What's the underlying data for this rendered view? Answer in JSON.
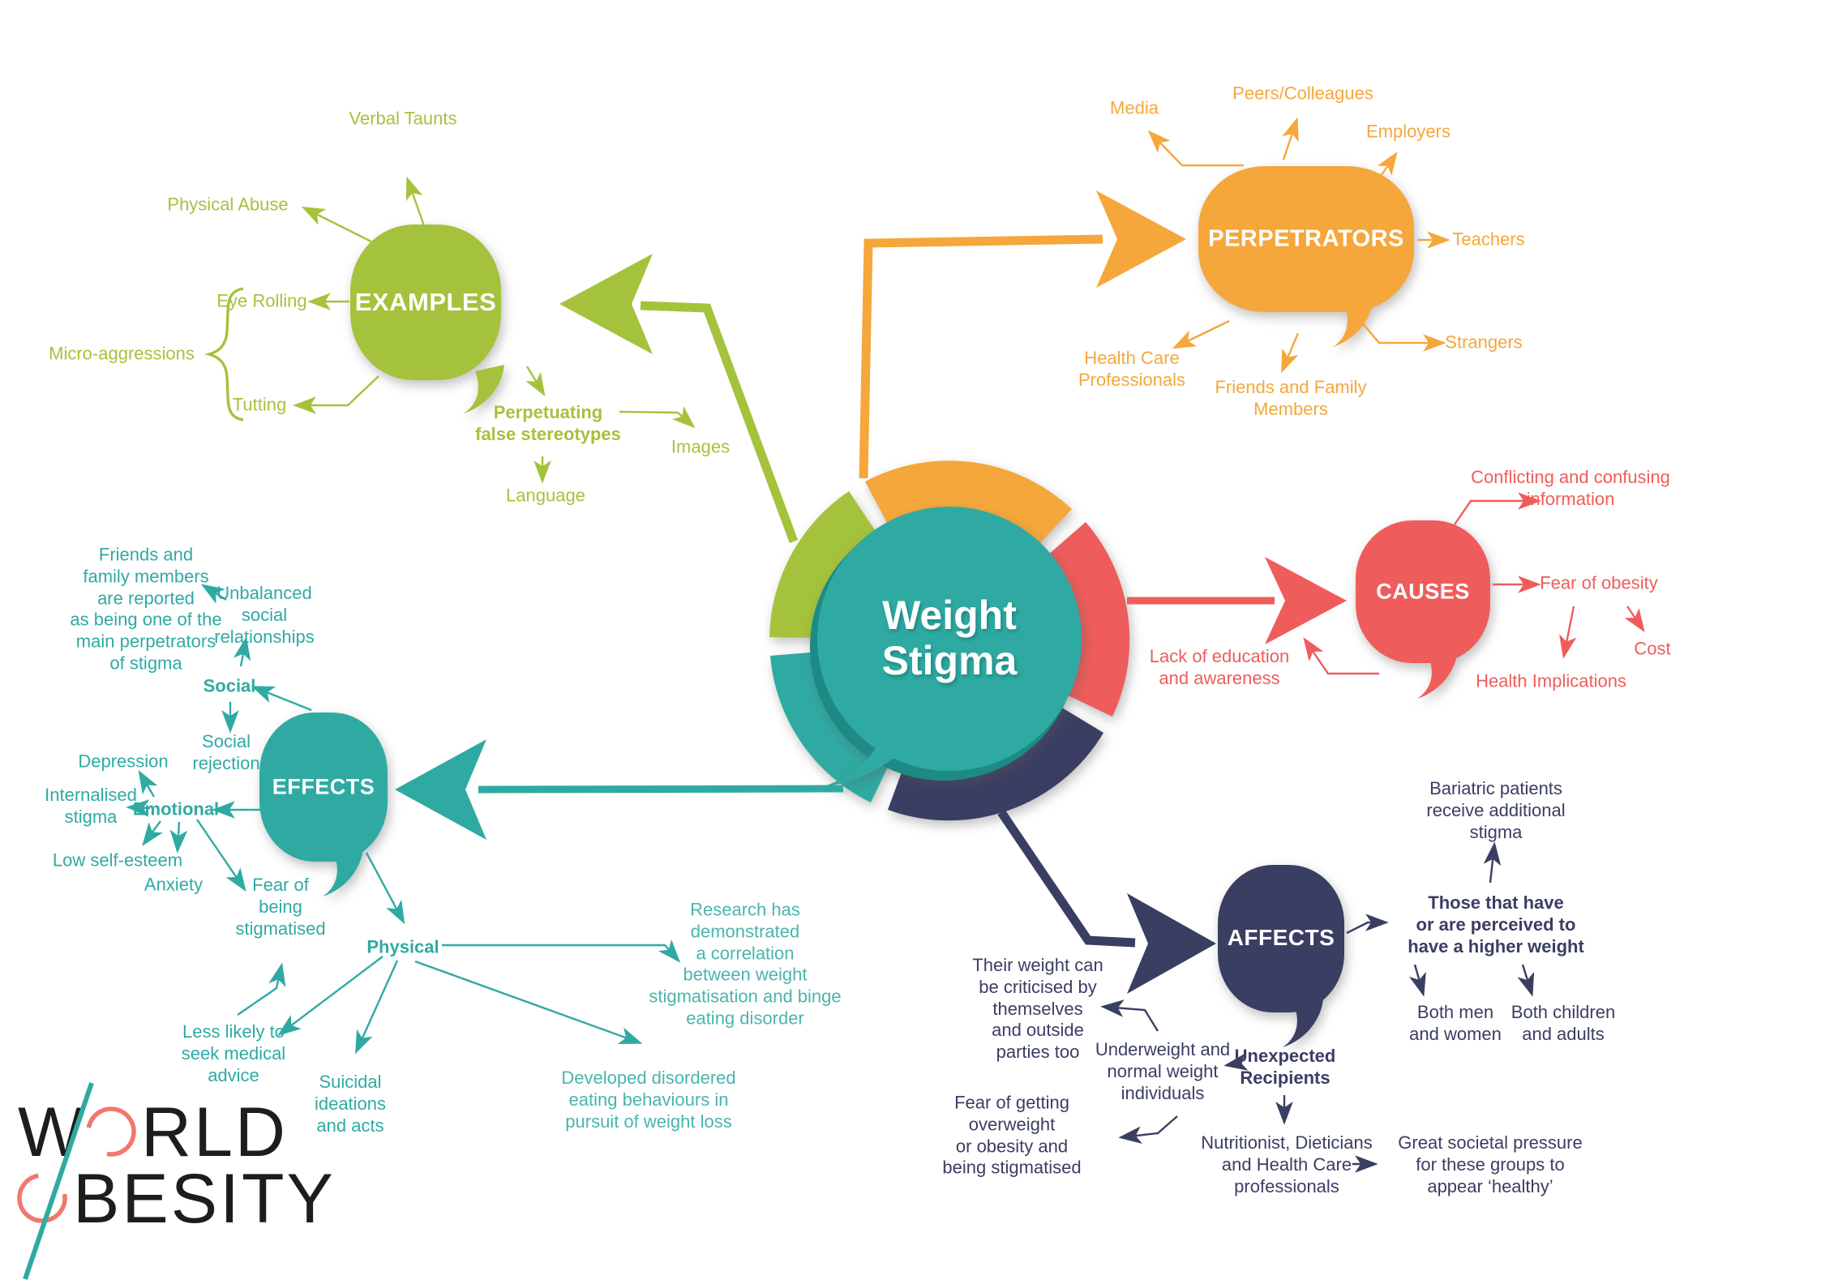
{
  "colors": {
    "green": "#a5c23c",
    "orange": "#f5a73b",
    "red": "#ee5d5b",
    "teal": "#2faaa3",
    "teal_light": "#4ab5ac",
    "teal_dark": "#1d8a85",
    "navy": "#3a3e62",
    "ink": "#1d1d1b",
    "coral": "#f3776c"
  },
  "center": {
    "title": "Weight\nStigma"
  },
  "examples": {
    "title": "EXAMPLES",
    "verbal_taunts": "Verbal Taunts",
    "physical_abuse": "Physical Abuse",
    "eye_rolling": "Eye Rolling",
    "micro_aggressions": "Micro-aggressions",
    "tutting": "Tutting",
    "perpetuating": "Perpetuating\nfalse stereotypes",
    "images": "Images",
    "language": "Language"
  },
  "perpetrators": {
    "title": "PERPETRATORS",
    "media": "Media",
    "peers": "Peers/Colleagues",
    "employers": "Employers",
    "teachers": "Teachers",
    "strangers": "Strangers",
    "friends_family": "Friends and Family\nMembers",
    "health_care": "Health Care\nProfessionals"
  },
  "causes": {
    "title": "CAUSES",
    "conflicting": "Conflicting and confusing\ninformation",
    "fear_obesity": "Fear of obesity",
    "cost": "Cost",
    "health_implications": "Health Implications",
    "lack_education": "Lack of education\nand awareness"
  },
  "effects": {
    "title": "EFFECTS",
    "friends_reported": "Friends and\nfamily members\nare reported\nas being one of the\nmain perpetrators\nof stigma",
    "unbalanced": "Unbalanced\nsocial\nrelationships",
    "social": "Social",
    "social_rejection": "Social\nrejection",
    "depression": "Depression",
    "internalised": "Internalised\nstigma",
    "emotional": "Emotional",
    "low_self_esteem": "Low self-esteem",
    "anxiety": "Anxiety",
    "fear_stigmatised": "Fear of\nbeing\nstigmatised",
    "physical": "Physical",
    "less_likely": "Less likely to\nseek medical\nadvice",
    "suicidal": "Suicidal\nideations\nand acts",
    "developed": "Developed disordered\neating behaviours in\npursuit of weight loss",
    "research": "Research has\ndemonstrated\na correlation\nbetween weight\nstigmatisation and binge\neating disorder"
  },
  "affects": {
    "title": "AFFECTS",
    "their_weight": "Their weight can\nbe criticised by\nthemselves\nand outside\nparties too",
    "underweight": "Underweight and\nnormal weight\nindividuals",
    "fear_getting": "Fear of getting\noverweight\nor obesity and\nbeing stigmatised",
    "unexpected": "Unexpected\nRecipients",
    "nutritionist": "Nutritionist, Dieticians\nand Health Care\nprofessionals",
    "great_pressure": "Great societal pressure\nfor these groups to\nappear ‘healthy’",
    "those_that": "Those that have\nor are perceived to\nhave a higher weight",
    "both_men": "Both men\nand women",
    "both_children": "Both children\nand adults",
    "bariatric": "Bariatric patients\nreceive additional\nstigma"
  },
  "logo": {
    "w": "W",
    "rld": "RLD",
    "besity": "BESITY"
  }
}
